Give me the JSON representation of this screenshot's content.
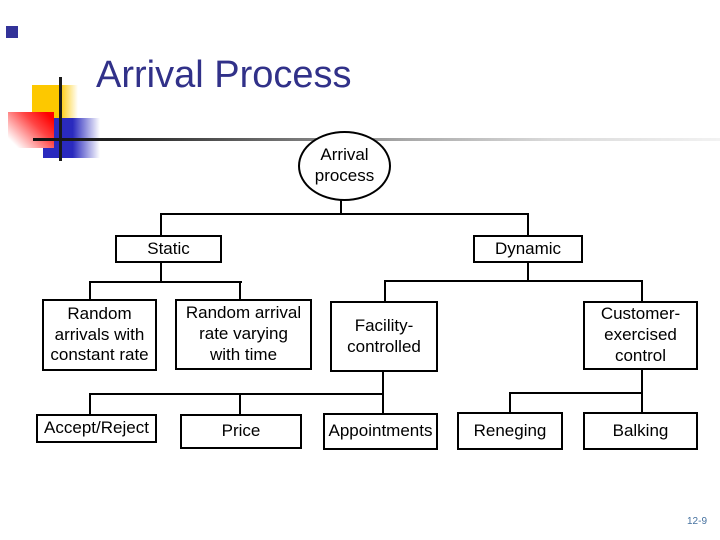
{
  "slide": {
    "title": "Arrival Process",
    "page_number": "12-9"
  },
  "colors": {
    "title_text": "#313189",
    "accent_navy": "#333399",
    "accent_yellow": "#FDC800",
    "accent_red": "#FF0000",
    "accent_blue": "#2A2ABE",
    "connector_line": "#000000",
    "divider_gradient_start": "#111111",
    "divider_gradient_end": "#F2F2F2",
    "page_number_text": "#45719F"
  },
  "diagram": {
    "nodes": {
      "root": "Arrival\nprocess",
      "static": "Static",
      "dynamic": "Dynamic",
      "random_constant": "Random\narrivals with\nconstant rate",
      "random_varying": "Random arrival\nrate varying\nwith time",
      "facility_controlled": "Facility-\ncontrolled",
      "customer_exercised": "Customer-\nexercised\ncontrol",
      "accept_reject": "Accept/Reject",
      "price": "Price",
      "appointments": "Appointments",
      "reneging": "Reneging",
      "balking": "Balking"
    }
  }
}
